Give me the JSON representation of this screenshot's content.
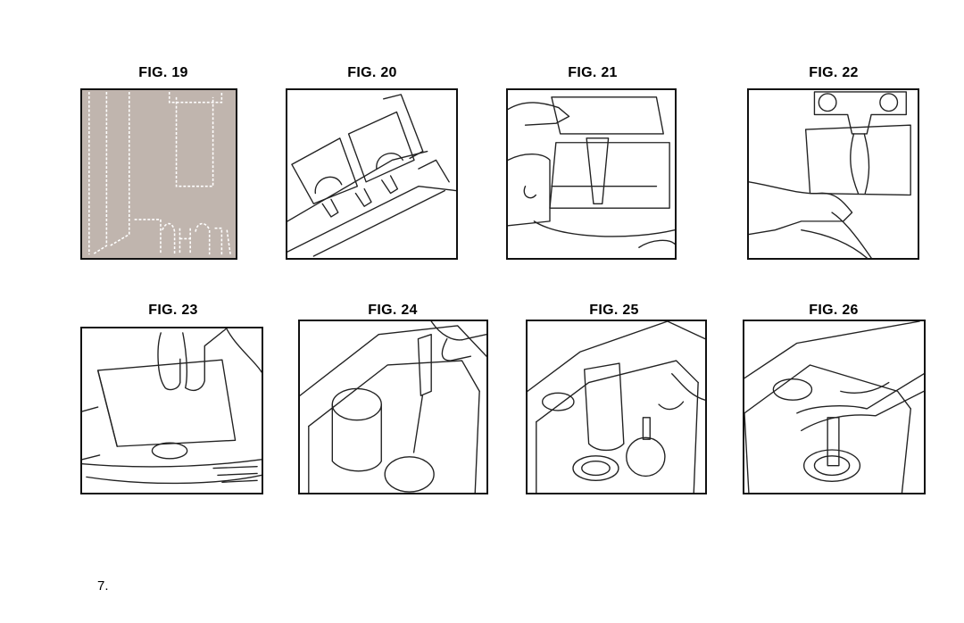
{
  "figures": [
    {
      "label": "FIG. 19"
    },
    {
      "label": "FIG. 20"
    },
    {
      "label": "FIG. 21"
    },
    {
      "label": "FIG. 22"
    },
    {
      "label": "FIG. 23"
    },
    {
      "label": "FIG. 24"
    },
    {
      "label": "FIG. 25"
    },
    {
      "label": "FIG. 26"
    }
  ],
  "page_number": "7.",
  "colors": {
    "fig19_background": "#c0b5ae",
    "line": "#222222"
  }
}
